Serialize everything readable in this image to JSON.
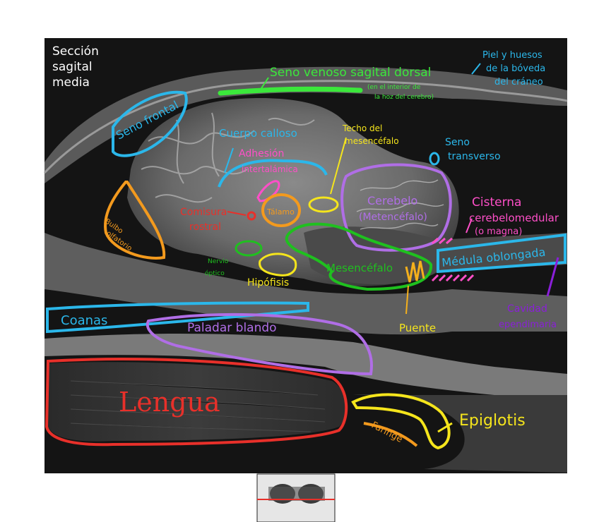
{
  "title": {
    "line1": "Sección",
    "line2": "sagital",
    "line3": "media"
  },
  "colors": {
    "green": "#3be83b",
    "cyan": "#2bb7ea",
    "magenta": "#ff4fc8",
    "orange": "#f39a1e",
    "yellow": "#f5e51c",
    "purple": "#b06ee6",
    "red": "#e8302a",
    "darkgreen": "#1fc01f",
    "violet": "#8a1fd9"
  },
  "labels": {
    "seno_venoso": "Seno venoso sagital dorsal",
    "seno_venoso_note1": "(en el interior de",
    "seno_venoso_note2": "la hoz del cerebro)",
    "piel_1": "Piel y huesos",
    "piel_2": "de la bóveda",
    "piel_3": "del cráneo",
    "seno_frontal": "Seno frontal",
    "cuerpo_calloso": "Cuerpo calloso",
    "adhesion_1": "Adhesión",
    "adhesion_2": "intertalámica",
    "techo_1": "Techo del",
    "techo_2": "mesencéfalo",
    "seno_transverso_1": "Seno",
    "seno_transverso_2": "transverso",
    "cerebelo_1": "Cerebelo",
    "cerebelo_2": "(Metencéfalo)",
    "cisterna_1": "Cisterna",
    "cisterna_2": "cerebelomedular",
    "cisterna_3": "(o magna)",
    "bulbo_1": "Bulbo",
    "bulbo_2": "olfatorio",
    "comisura_1": "Comisura",
    "comisura_2": "rostral",
    "talamo": "Tálamo",
    "nervio_1": "Nervio",
    "nervio_2": "óptico",
    "hipofisis": "Hipófisis",
    "mesencefalo": "Mesencéfalo",
    "medula": "Médula oblongada",
    "puente": "Puente",
    "cavidad_1": "Cavidad",
    "cavidad_2": "ependimaria",
    "coanas": "Coanas",
    "paladar": "Paladar blando",
    "lengua": "Lengua",
    "faringe": "Faringe",
    "epiglotis": "Epiglotis"
  }
}
